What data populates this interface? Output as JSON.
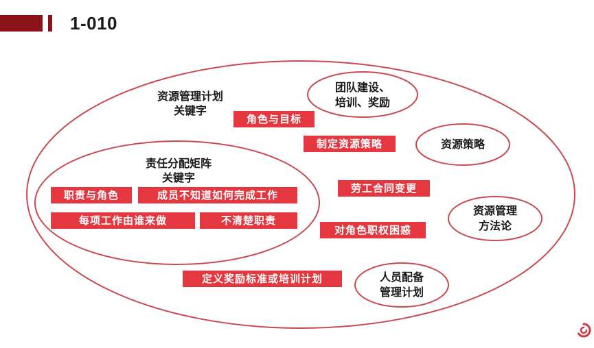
{
  "slide": {
    "title": "1-010"
  },
  "outer": {
    "title_line1": "资源管理计划",
    "title_line2": "关键字",
    "tags": [
      "角色与目标",
      "制定资源策略",
      "劳工合同变更",
      "对角色职权困惑",
      "定义奖励标准或培训计划"
    ]
  },
  "inner": {
    "title_line1": "责任分配矩阵",
    "title_line2": "关键字",
    "tags": [
      "职责与角色",
      "成员不知道如何完成工作",
      "每项工作由谁来做",
      "不清楚职责"
    ]
  },
  "bubbles": [
    {
      "line1": "团队建设、",
      "line2": "培训、奖励"
    },
    {
      "line1": "资源策略",
      "line2": ""
    },
    {
      "line1": "资源管理",
      "line2": "方法论"
    },
    {
      "line1": "人员配备",
      "line2": "管理计划"
    }
  ],
  "colors": {
    "accent": "#e5373f",
    "header": "#8b1418",
    "outline": "#c9494e"
  }
}
